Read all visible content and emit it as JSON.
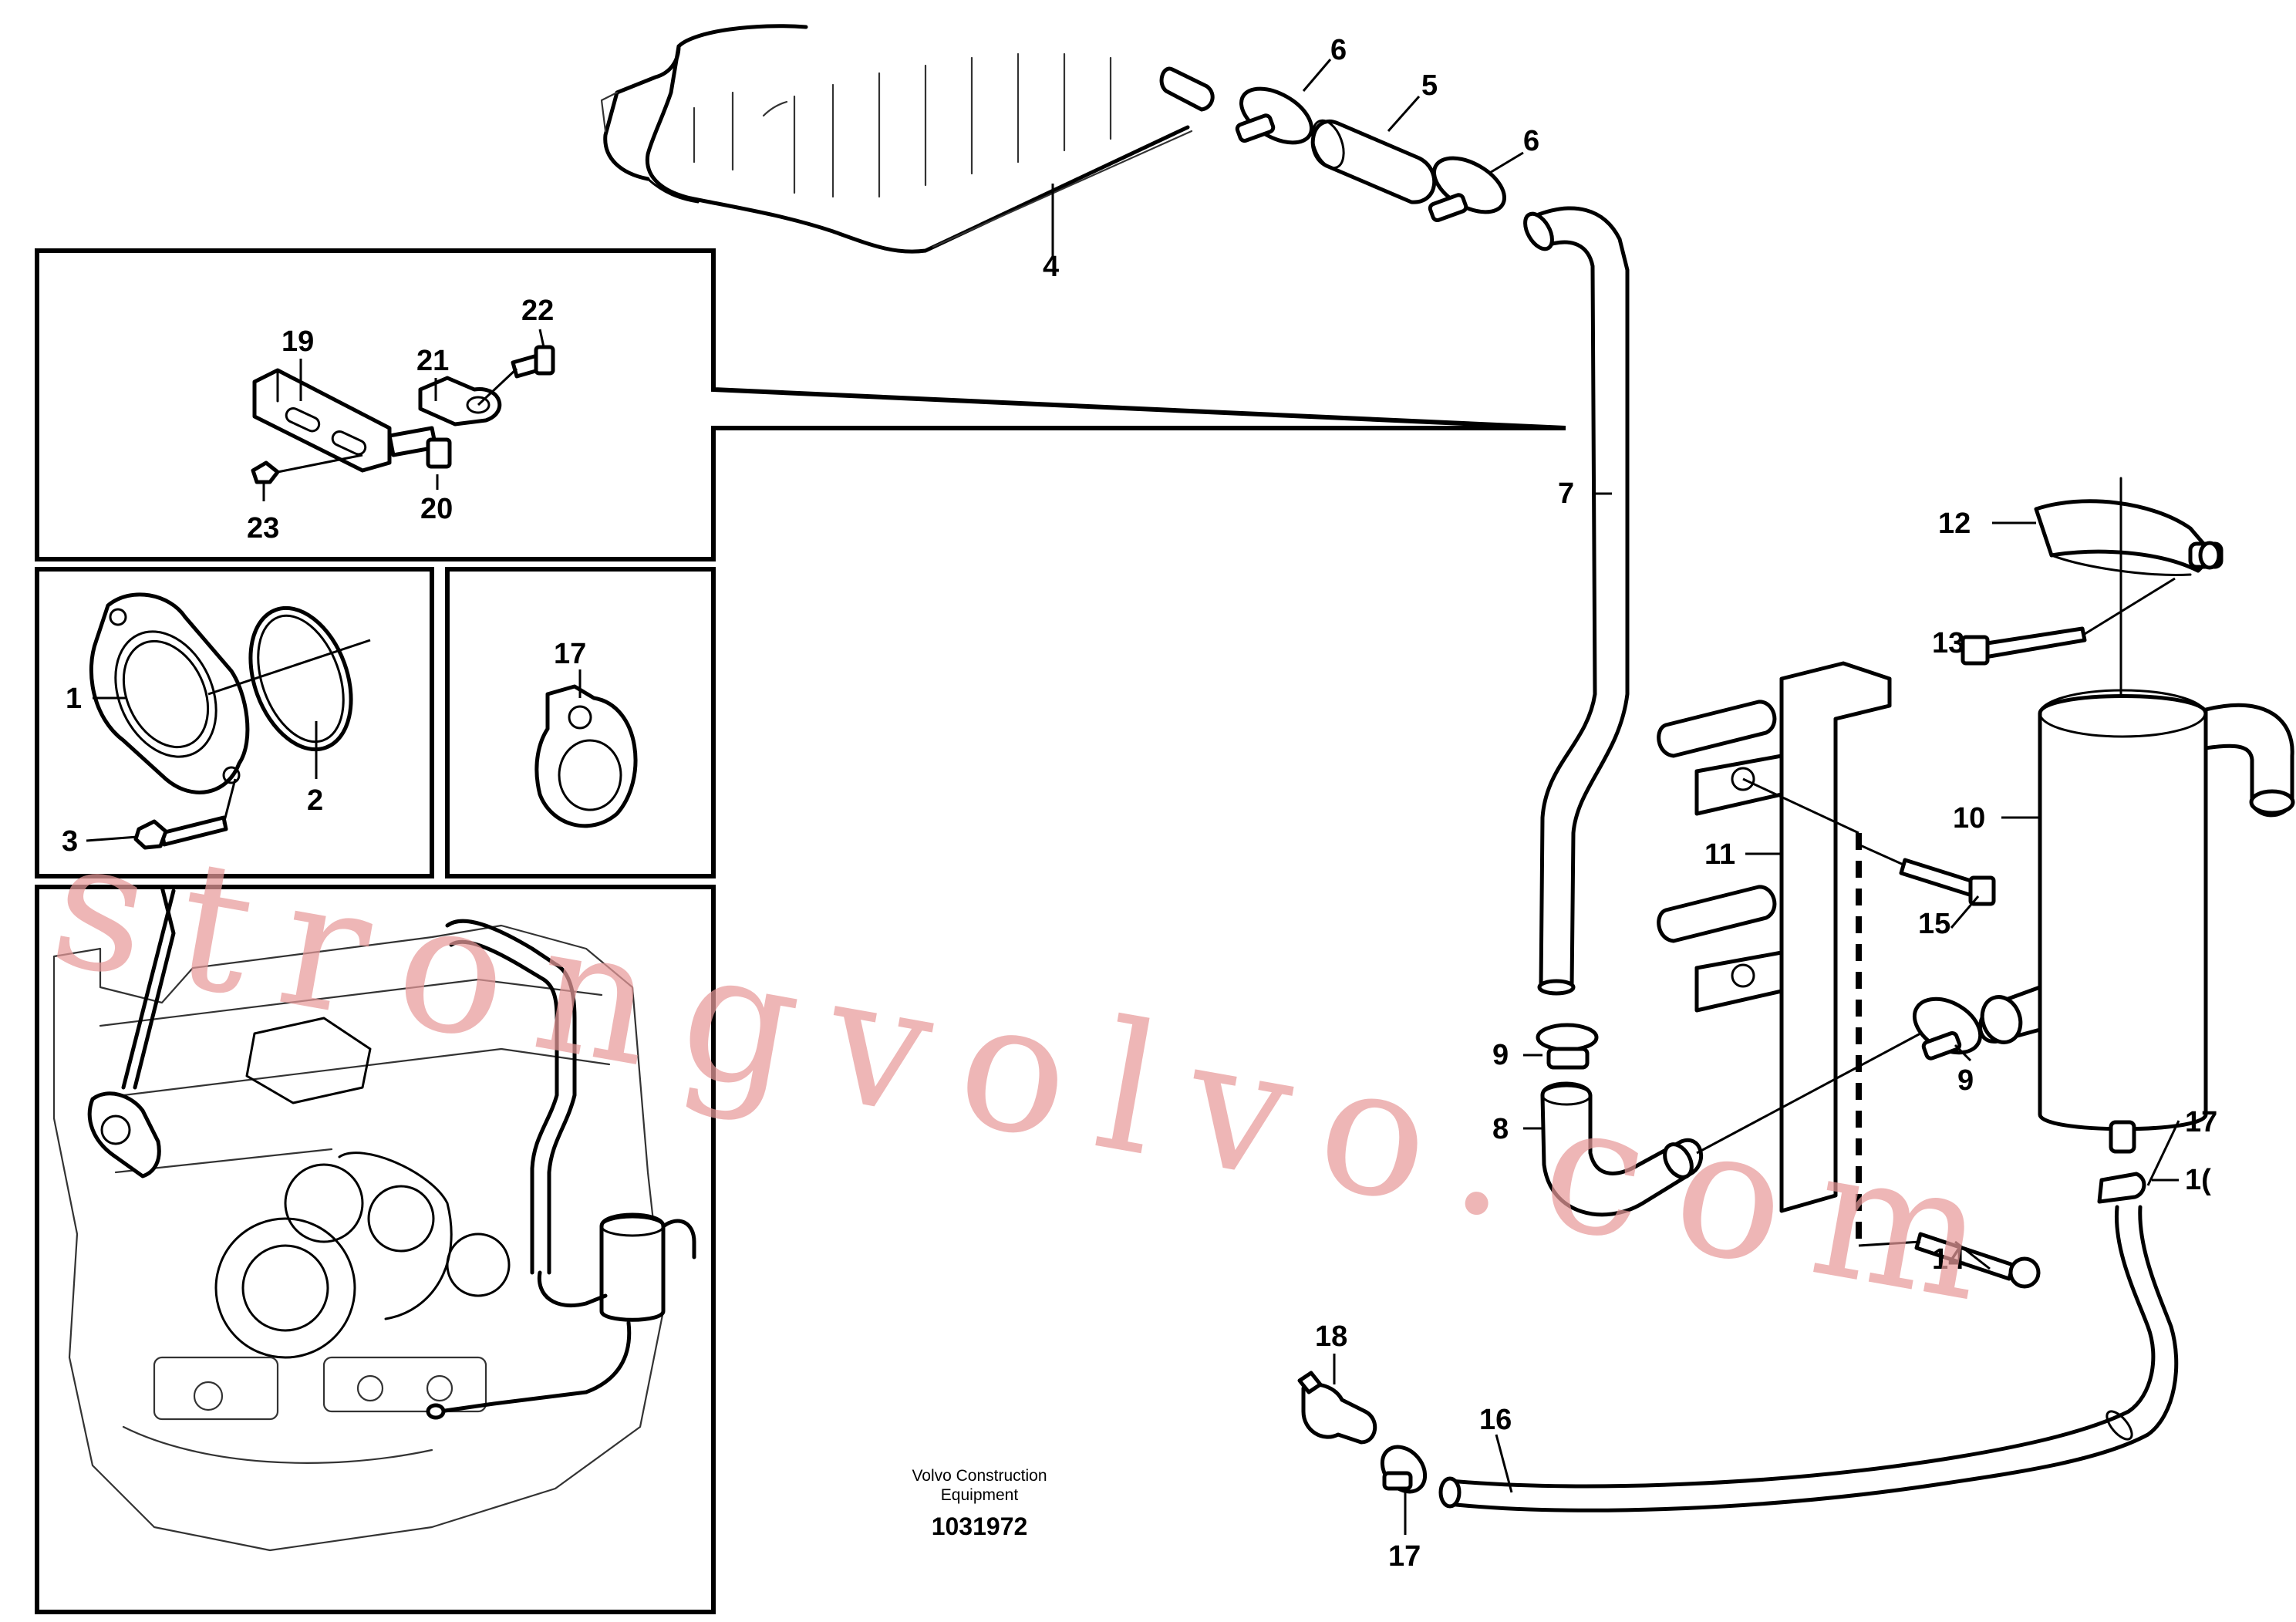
{
  "callouts": {
    "c1": "1",
    "c2": "2",
    "c3": "3",
    "c4": "4",
    "c5": "5",
    "c6a": "6",
    "c6b": "6",
    "c7": "7",
    "c8": "8",
    "c9a": "9",
    "c9b": "9",
    "c10": "10",
    "c11": "11",
    "c12": "12",
    "c13": "13",
    "c14": "14",
    "c15": "15",
    "c16": "16",
    "c17a": "17",
    "c17b": "17",
    "c17c": "17",
    "c18": "18",
    "c19": "19",
    "c20": "20",
    "c21": "21",
    "c22": "22",
    "c23": "23",
    "c_cut": "1("
  },
  "credit": {
    "line1": "Volvo Construction",
    "line2": "Equipment"
  },
  "document_number": "1031972",
  "watermark": "strongvolvo.com",
  "colors": {
    "ink": "#000000",
    "watermark": "#e79a9a",
    "paper": "#ffffff"
  }
}
